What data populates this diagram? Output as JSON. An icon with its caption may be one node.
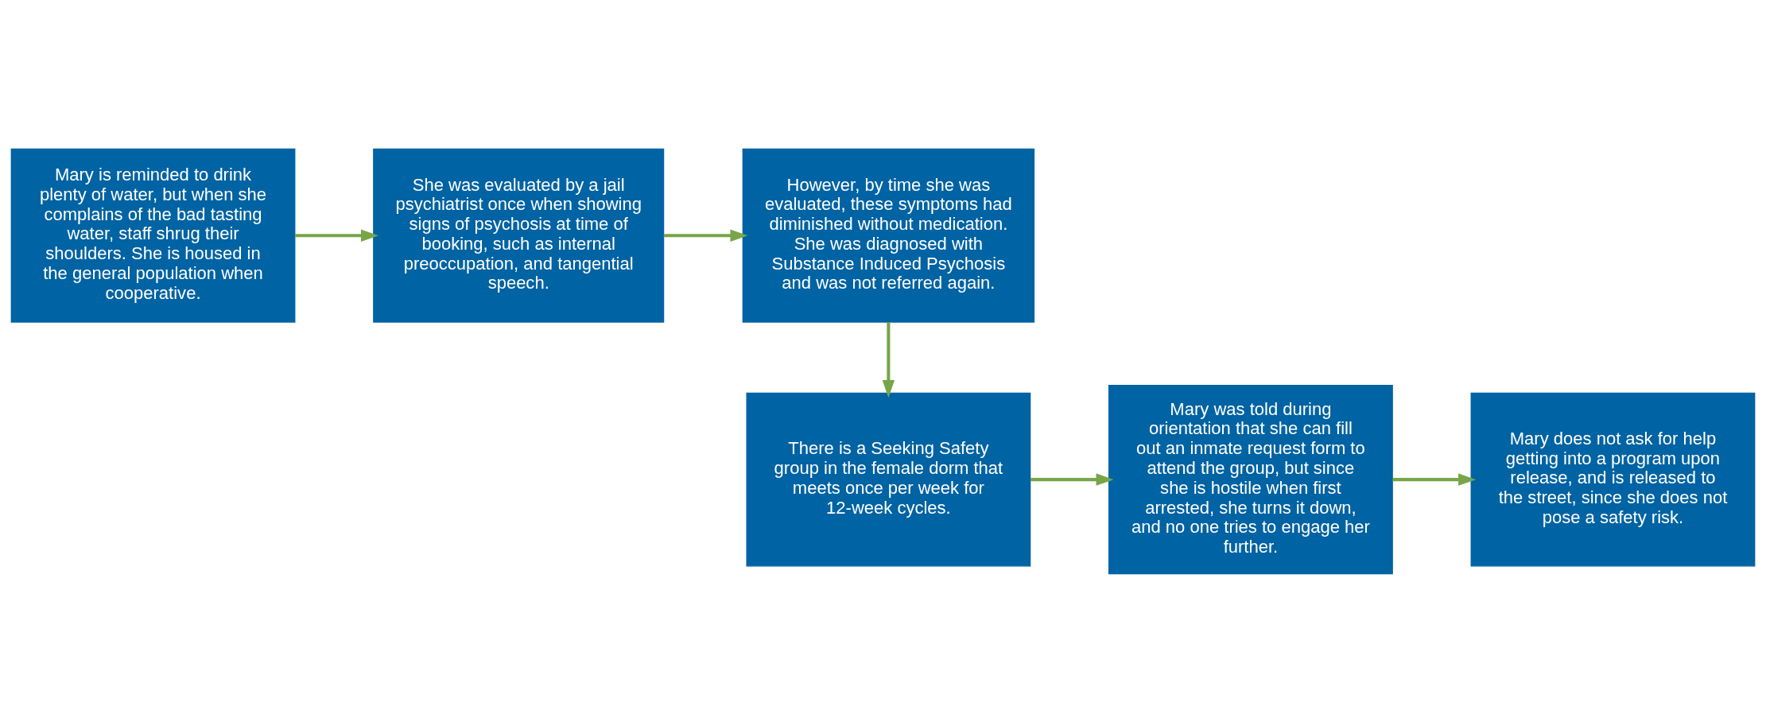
{
  "diagram": {
    "nodes": [
      {
        "text": [
          "Mary is reminded to drink plenty of water, but when she complains of the bad tasting water, staff shrug their shoulders. She is housed in the general population when cooperative."
        ]
      },
      {
        "text": [
          "She was evaluated by a jail psychiatrist once when showing signs of psychosis at time of booking, such as internal preoccupation, and tangential speech."
        ]
      },
      {
        "text": [
          "However, by time she was evaluated, these symptoms had diminished without medication. She was diagnosed with Substance Induced Psychosis and was not referred again."
        ]
      },
      {
        "text": [
          "There is a Seeking Safety group in the female dorm that meets once per week for 12-week cycles."
        ]
      },
      {
        "text": [
          "Mary was told during orientation that she can fill out an inmate request form to attend the group, but since she is hostile when first arrested, she turns it down, and no one tries to engage her further."
        ]
      },
      {
        "text": [
          "Mary does not ask for help getting into a program upon release, and is released to the street, since she does not pose a safety risk."
        ]
      }
    ],
    "edges": [
      {
        "from": 0,
        "to": 1,
        "arrow": "to"
      },
      {
        "from": 1,
        "to": 2,
        "arrow": "to"
      },
      {
        "from": 2,
        "to": 3,
        "arrow": "to"
      },
      {
        "from": 3,
        "to": 4,
        "arrow": "to"
      },
      {
        "from": 4,
        "to": 5,
        "arrow": "to"
      }
    ]
  }
}
